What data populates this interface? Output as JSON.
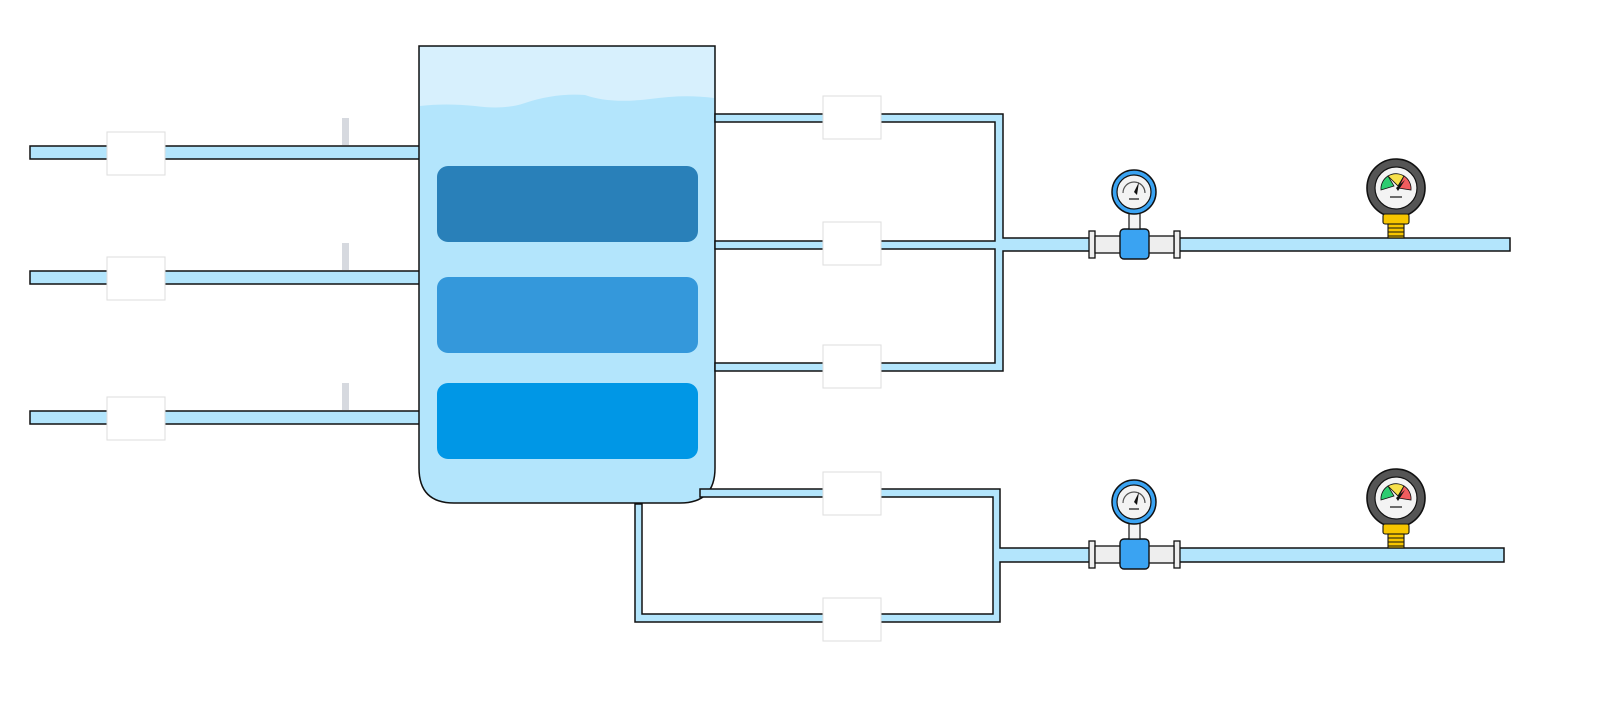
{
  "diagram": {
    "title": "",
    "colors": {
      "background": "#ffffff",
      "pipe_fill": "#b3e5fc",
      "pipe_outline": "#111111",
      "tank_water": "#b3e5fc",
      "tank_air": "#d7f0fd",
      "tank_outline": "#111111",
      "layer_top": "#2980b9",
      "layer_middle": "#3498db",
      "layer_bottom": "#0097e6",
      "valve_body": "#3aa3f2",
      "flange": "#eeeeee",
      "gauge_ring_blue": "#3aa3f2",
      "gauge_ring_gray": "#555555",
      "gauge_face": "#f3f3f3",
      "gauge_green": "#2ecc71",
      "gauge_yellow": "#f7e04b",
      "gauge_red": "#f05d5e",
      "gauge_base_yellow": "#f7c600",
      "label_box_fill": "#ffffff",
      "label_box_border": "#dddddd",
      "marker": "#d6d9df"
    },
    "icons": {
      "inlet_label": "blank-label-box",
      "outlet_label": "blank-label-box",
      "tank": "storage-tank",
      "valve": "inline-valve",
      "small_gauge": "pressure-gauge-icon",
      "large_gauge": "pressure-gauge-icon",
      "marker": "pipe-marker"
    },
    "inlet_count": 3,
    "outlet_upper_count": 3,
    "outlet_lower_count": 2,
    "outputs": 2
  }
}
